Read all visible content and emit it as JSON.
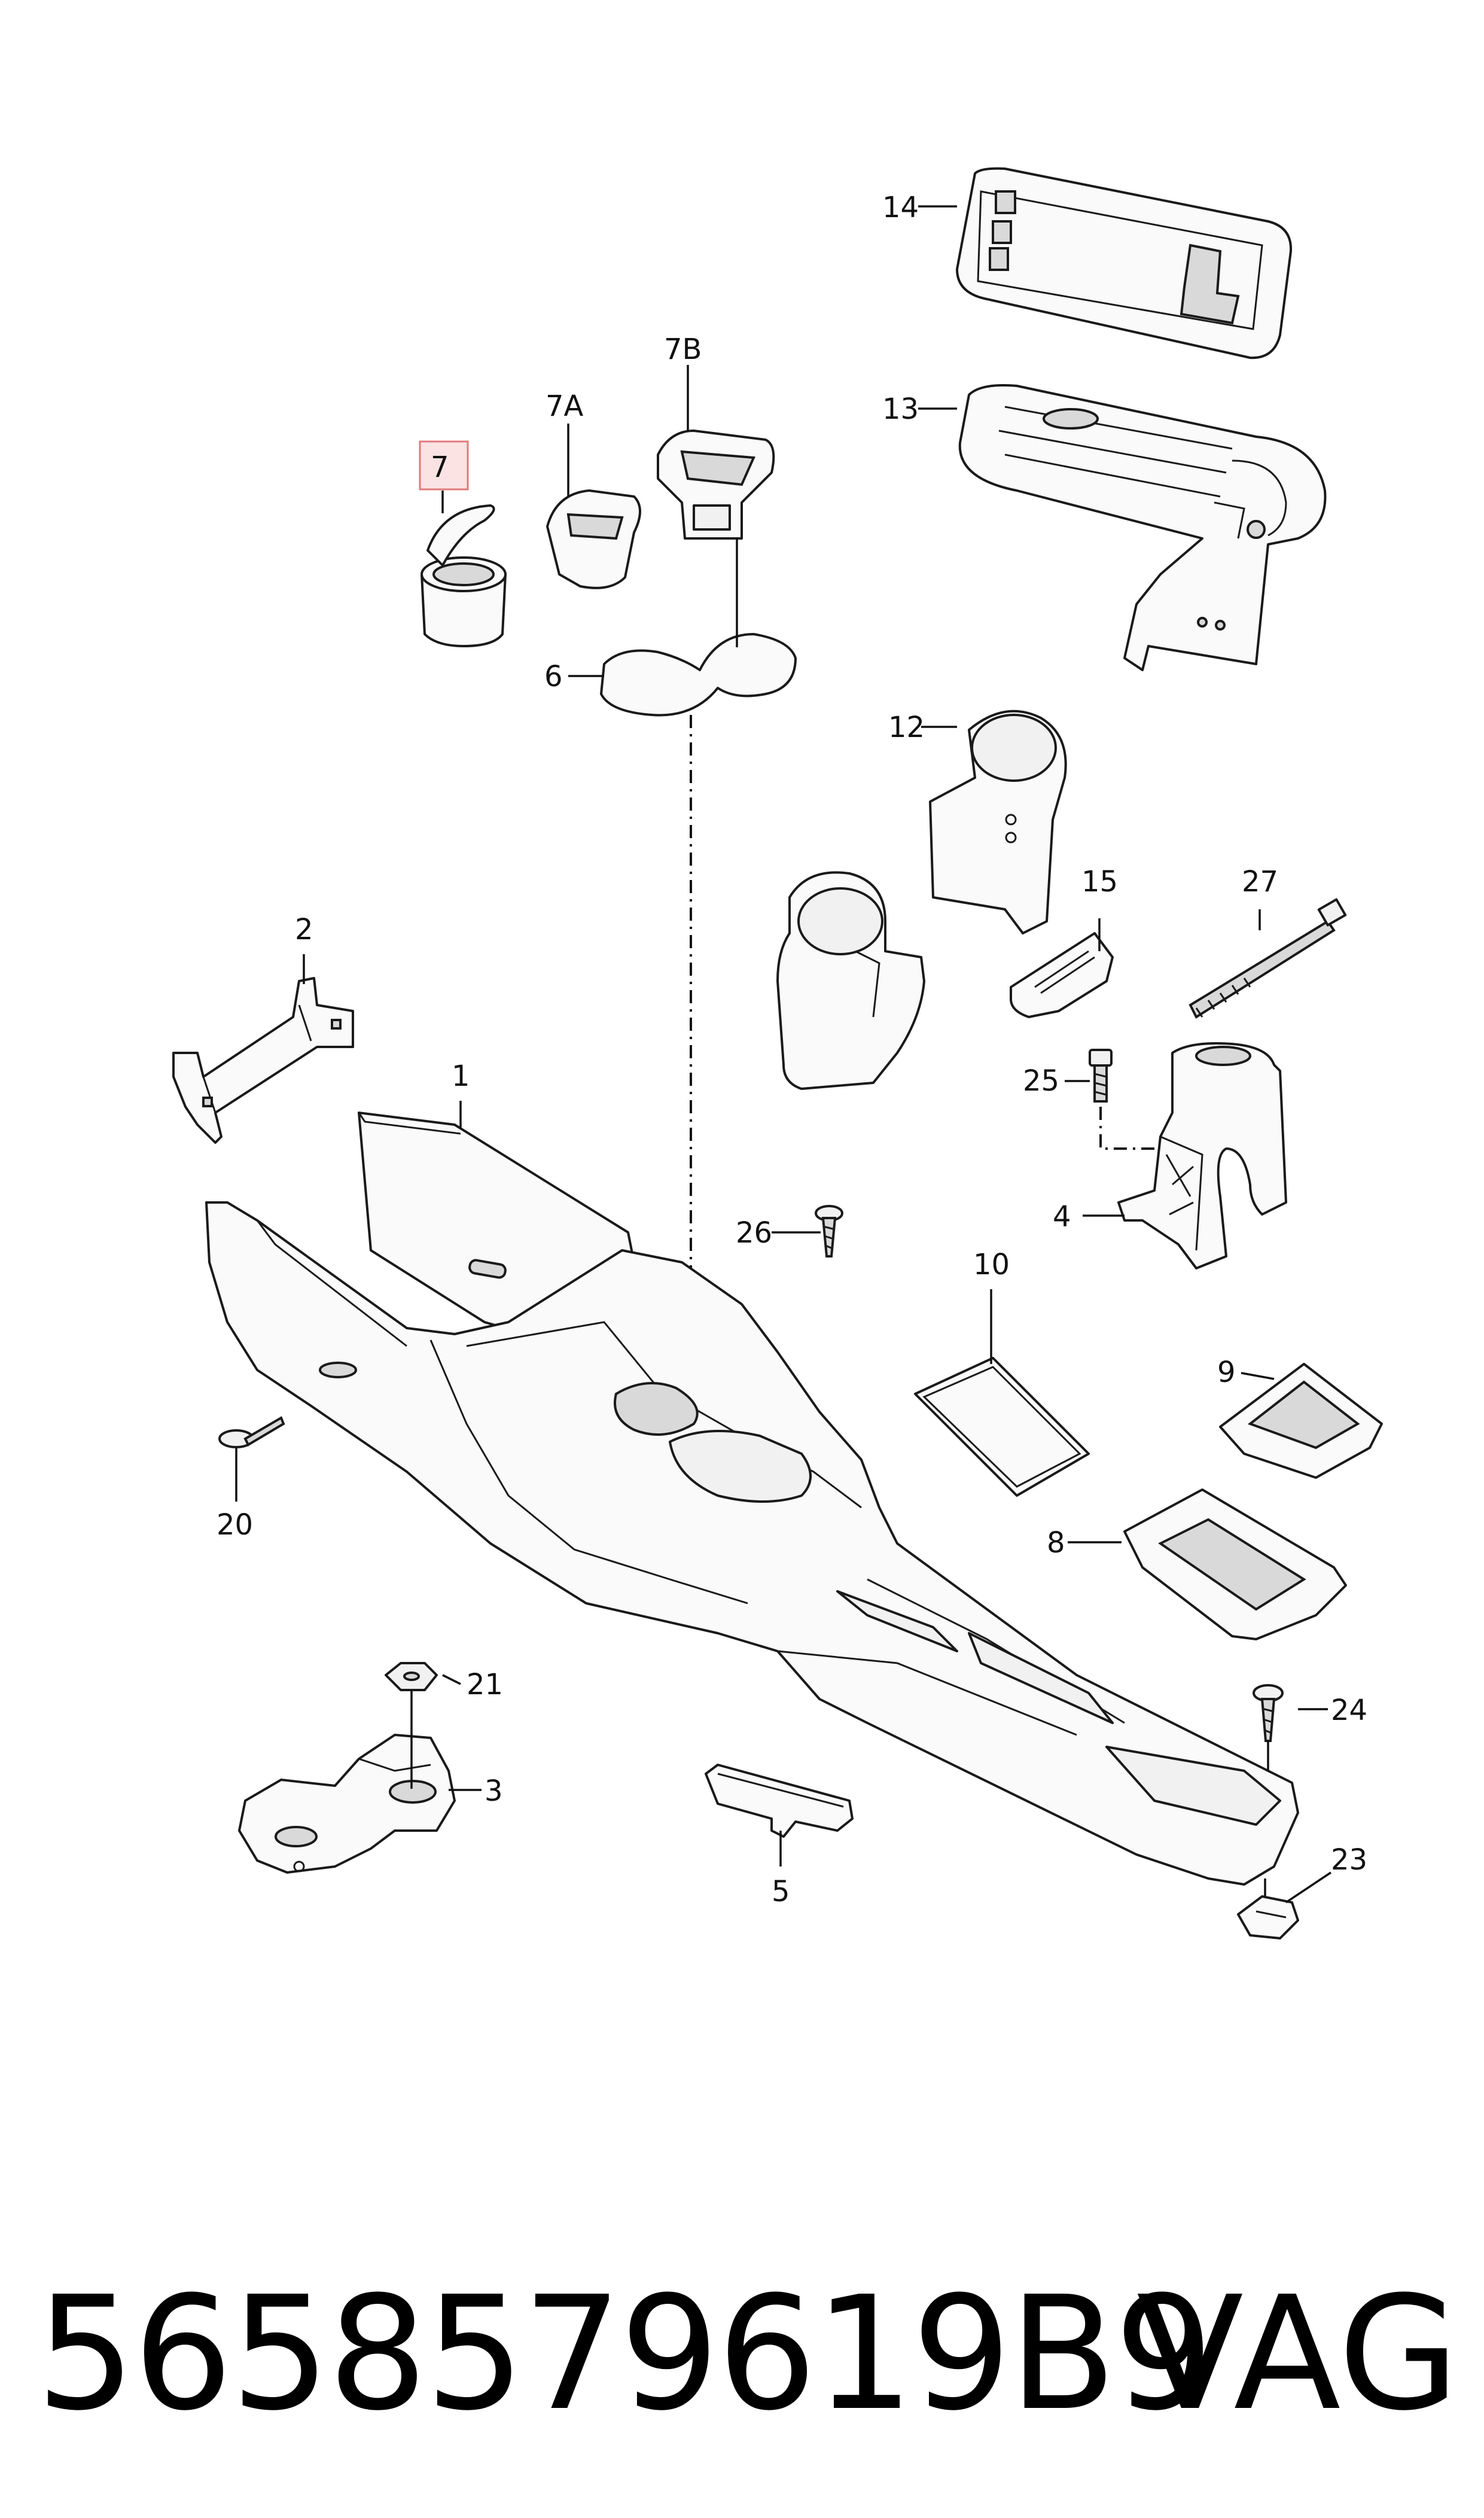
{
  "callouts": {
    "p1": "1",
    "p2": "2",
    "p3": "3",
    "p4": "4",
    "p5": "5",
    "p6": "6",
    "p7": "7",
    "p7a": "7A",
    "p7b": "7B",
    "p8": "8",
    "p9": "9",
    "p10": "10",
    "p12": "12",
    "p13": "13",
    "p14": "14",
    "p15": "15",
    "p20": "20",
    "p21": "21",
    "p23": "23",
    "p24": "24",
    "p25": "25",
    "p26": "26",
    "p27": "27"
  },
  "highlighted_part": "7",
  "colors": {
    "highlight_fill": "#fbe3e3",
    "highlight_border": "#e07a7a",
    "line": "#1a1a1a"
  },
  "footer": {
    "part_number": "5658579619B9",
    "brand": "VAG"
  }
}
